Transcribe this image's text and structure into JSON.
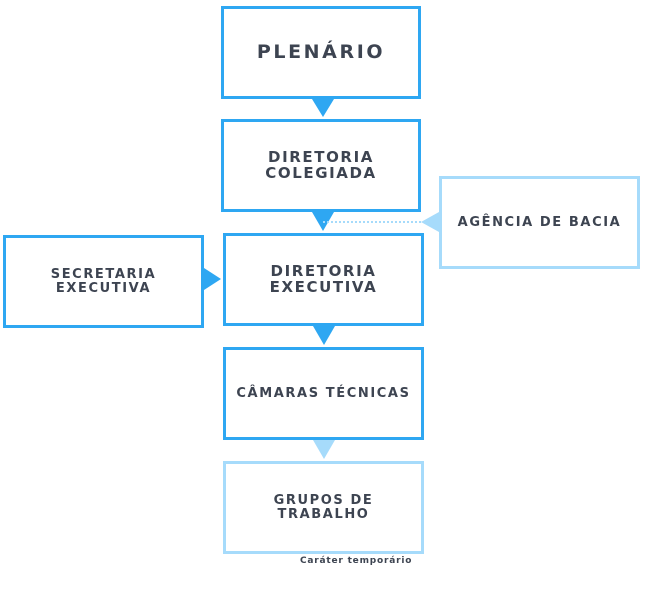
{
  "nodes": {
    "plenario": "PLENÁRIO",
    "diretoria_colegiada": "DIRETORIA\nCOLEGIADA",
    "agencia_de_bacia": "AGÊNCIA DE BACIA",
    "secretaria_executiva": "SECRETARIA\nEXECUTIVA",
    "diretoria_executiva": "DIRETORIA\nEXECUTIVA",
    "camaras_tecnicas": "CÂMARAS TÉCNICAS",
    "grupos_de_trabalho": "GRUPOS DE TRABALHO"
  },
  "notes": {
    "grupos_caption": "Caráter temporário"
  },
  "colors": {
    "primary_border": "#2ea7f2",
    "secondary_border": "#a6dbfb",
    "text": "#3d4451"
  }
}
